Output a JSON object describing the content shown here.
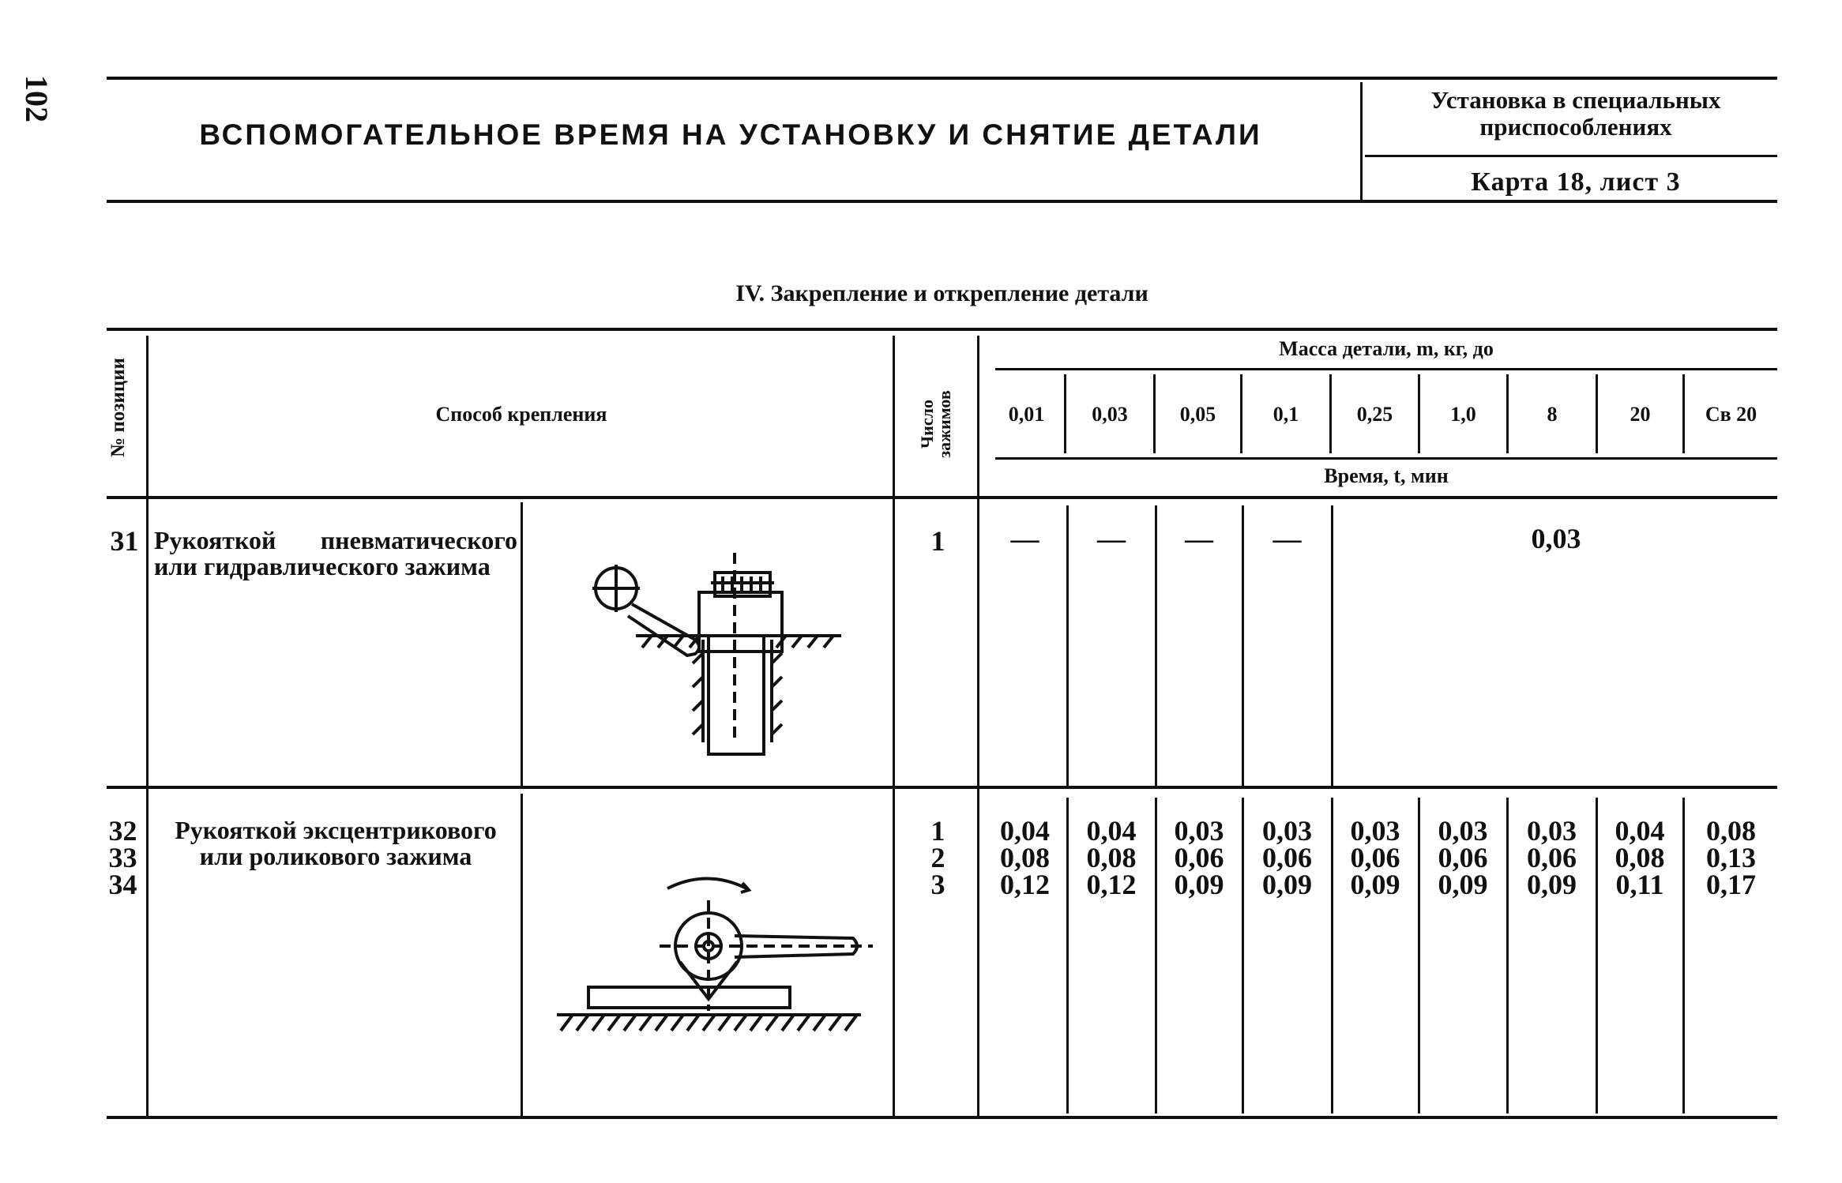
{
  "page_number": "102",
  "header": {
    "title": "ВСПОМОГАТЕЛЬНОЕ ВРЕМЯ НА УСТАНОВКУ И СНЯТИЕ ДЕТАЛИ",
    "ribbon_line1": "Установка в специальных",
    "ribbon_line2": "приспособлениях",
    "card": "Карта 18, лист 3"
  },
  "section_title": "IV. Закрепление и открепление детали",
  "table": {
    "col_position": "№ позиции",
    "col_method": "Способ крепления",
    "col_clamps": "Число зажимов",
    "mass_header": "Масса детали, m, кг, до",
    "time_header": "Время, t, мин",
    "mass_values": [
      "0,01",
      "0,03",
      "0,05",
      "0,1",
      "0,25",
      "1,0",
      "8",
      "20",
      "Св 20"
    ],
    "row1": {
      "position": "31",
      "method": "Рукояткой пневматического или гидравлического зажима",
      "clamps": "1",
      "dashes": [
        "—",
        "—",
        "—",
        "—"
      ],
      "merged_value": "0,03"
    },
    "row2": {
      "positions": [
        "32",
        "33",
        "34"
      ],
      "method": "Рукояткой эксцентрикового или роликового зажима",
      "clamps": [
        "1",
        "2",
        "3"
      ],
      "values": [
        [
          "0,04",
          "0,04",
          "0,03",
          "0,03",
          "0,03",
          "0,03",
          "0,03",
          "0,04",
          "0,08"
        ],
        [
          "0,08",
          "0,08",
          "0,06",
          "0,06",
          "0,06",
          "0,06",
          "0,06",
          "0,08",
          "0,13"
        ],
        [
          "0,12",
          "0,12",
          "0,09",
          "0,09",
          "0,09",
          "0,09",
          "0,09",
          "0,11",
          "0,17"
        ]
      ]
    }
  }
}
